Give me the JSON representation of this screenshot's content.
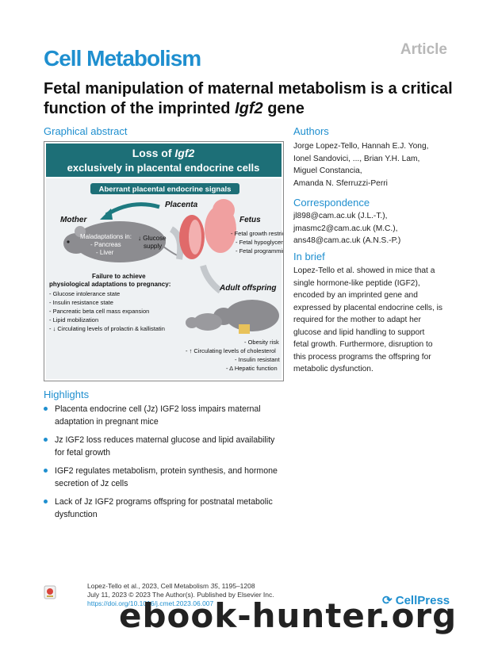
{
  "header": {
    "article_label": "Article",
    "journal": "Cell Metabolism"
  },
  "title": {
    "part1": "Fetal manipulation of maternal metabolism is a critical function of the imprinted ",
    "gene_italic": "Igf2",
    "part2": " gene"
  },
  "graphical_abstract": {
    "heading": "Graphical abstract",
    "banner_line1_prefix": "Loss of ",
    "banner_gene": "Igf2",
    "banner_line2": "exclusively in placental endocrine cells",
    "signals_label": "Aberrant placental endocrine signals",
    "placenta": "Placenta",
    "mother": "Mother",
    "fetus": "Fetus",
    "maladapt_title": "Maladaptations in:",
    "maladapt_items": [
      "- Pancreas",
      "- Liver"
    ],
    "glucose_supply": [
      "↓ Glucose",
      "supply"
    ],
    "fetal_items": [
      "- Fetal growth restriction",
      "- Fetal hypoglycemia",
      "- Fetal programming"
    ],
    "failure_title": "Failure to achieve",
    "failure_sub": "physiological adaptations to pregnancy:",
    "failure_items": [
      "- Glucose intolerance state",
      "- Insulin resistance state",
      "- Pancreatic beta cell mass expansion",
      "- Lipid mobilization",
      "- ↓ Circulating levels of prolactin & kallistatin"
    ],
    "adult_offspring": "Adult offspring",
    "offspring_items": [
      "- Obesity risk",
      "- ↑ Circulating levels of cholesterol",
      "- Insulin resistant",
      "- Δ Hepatic function"
    ],
    "colors": {
      "banner": "#1d6f77",
      "signals": "#1d6f77",
      "arrow": "#1d7a80",
      "placenta": "#e06a6a",
      "fetus": "#f0a0a0",
      "mouse": "#8c8c90"
    }
  },
  "authors": {
    "heading": "Authors",
    "lines": [
      "Jorge Lopez-Tello, Hannah E.J. Yong,",
      "Ionel Sandovici, ..., Brian Y.H. Lam,",
      "Miguel Constancia,",
      "Amanda N. Sferruzzi-Perri"
    ]
  },
  "correspondence": {
    "heading": "Correspondence",
    "lines": [
      "jl898@cam.ac.uk (J.L.-T.),",
      "jmasmc2@cam.ac.uk (M.C.),",
      "ans48@cam.ac.uk (A.N.S.-P.)"
    ]
  },
  "in_brief": {
    "heading": "In brief",
    "lines": [
      "Lopez-Tello et al. showed in mice that a",
      "single hormone-like peptide (IGF2),",
      "encoded by an imprinted gene and",
      "expressed by placental endocrine cells, is",
      "required for the mother to adapt her",
      "glucose and lipid handling to support",
      "fetal growth. Furthermore, disruption to",
      "this process programs the offspring for",
      "metabolic dysfunction."
    ]
  },
  "highlights": {
    "heading": "Highlights",
    "items": [
      [
        "Placenta endocrine cell (Jz) IGF2 loss impairs maternal",
        "adaptation in pregnant mice"
      ],
      [
        "Jz IGF2 loss reduces maternal glucose and lipid availability",
        "for fetal growth"
      ],
      [
        "IGF2 regulates metabolism, protein synthesis, and hormone",
        "secretion of Jz cells"
      ],
      [
        "Lack of Jz IGF2 programs offspring for postnatal metabolic",
        "dysfunction"
      ]
    ]
  },
  "footer": {
    "citation_prefix": "Lopez-Tello et al., 2023, Cell Metabolism ",
    "citation_volume": "35",
    "citation_pages": ", 1195–1208",
    "date_line": "July 11, 2023 © 2023 The Author(s). Published by Elsevier Inc.",
    "doi": "https://doi.org/10.1016/j.cmet.2023.06.007",
    "publisher_logo": "CellPress",
    "watermark": "ebook-hunter.org"
  }
}
